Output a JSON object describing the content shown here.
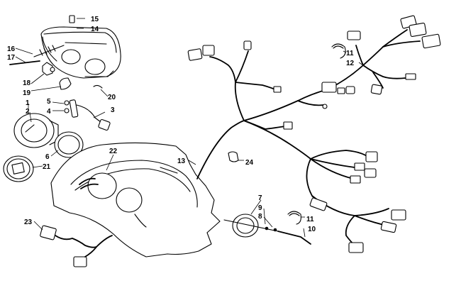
{
  "callouts": [
    {
      "id": "c1",
      "text": "1"
    },
    {
      "id": "c2",
      "text": "2"
    },
    {
      "id": "c3",
      "text": "3"
    },
    {
      "id": "c4",
      "text": "4"
    },
    {
      "id": "c5",
      "text": "5"
    },
    {
      "id": "c6",
      "text": "6"
    },
    {
      "id": "c7",
      "text": "7"
    },
    {
      "id": "c8",
      "text": "8"
    },
    {
      "id": "c9",
      "text": "9"
    },
    {
      "id": "c10",
      "text": "10"
    },
    {
      "id": "c11a",
      "text": "11"
    },
    {
      "id": "c11b",
      "text": "11"
    },
    {
      "id": "c12",
      "text": "12"
    },
    {
      "id": "c13",
      "text": "13"
    },
    {
      "id": "c14",
      "text": "14"
    },
    {
      "id": "c15",
      "text": "15"
    },
    {
      "id": "c16",
      "text": "16"
    },
    {
      "id": "c17",
      "text": "17"
    },
    {
      "id": "c18",
      "text": "18"
    },
    {
      "id": "c19",
      "text": "19"
    },
    {
      "id": "c20",
      "text": "20"
    },
    {
      "id": "c21",
      "text": "21"
    },
    {
      "id": "c22",
      "text": "22"
    },
    {
      "id": "c23",
      "text": "23"
    },
    {
      "id": "c24",
      "text": "24"
    }
  ]
}
